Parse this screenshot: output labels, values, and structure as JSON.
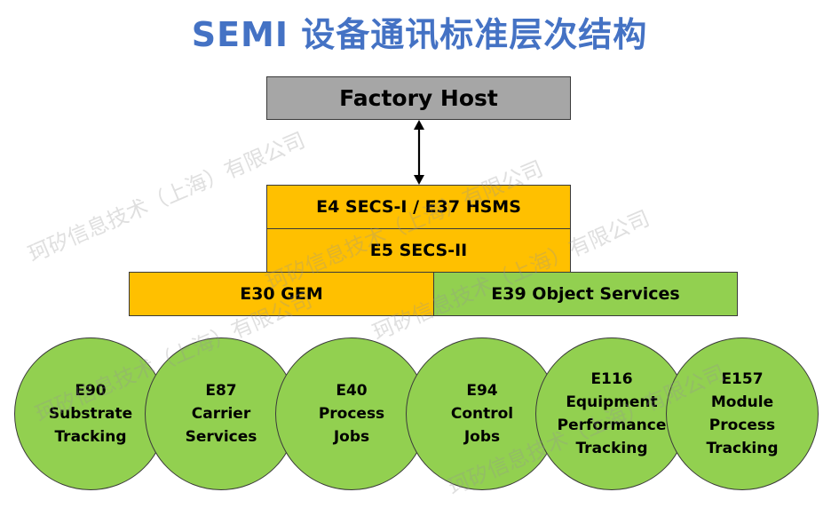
{
  "title": "SEMI 设备通讯标准层次结构",
  "factory_host": "Factory Host",
  "layers": {
    "secs_i_hsms": "E4 SECS-I / E37 HSMS",
    "secs_ii": "E5 SECS-II",
    "gem": "E30 GEM",
    "object_services": "E39 Object Services"
  },
  "standards": [
    {
      "label": "E90\nSubstrate\nTracking"
    },
    {
      "label": "E87\nCarrier\nServices"
    },
    {
      "label": "E40\nProcess\nJobs"
    },
    {
      "label": "E94\nControl\nJobs"
    },
    {
      "label": "E116\nEquipment\nPerformance\nTracking"
    },
    {
      "label": "E157\nModule\nProcess\nTracking"
    }
  ],
  "watermark": "珂矽信息技术（上海）有限公司",
  "colors": {
    "title": "#4472C4",
    "host": "#A6A6A6",
    "orange": "#FFC000",
    "green": "#92D050"
  }
}
